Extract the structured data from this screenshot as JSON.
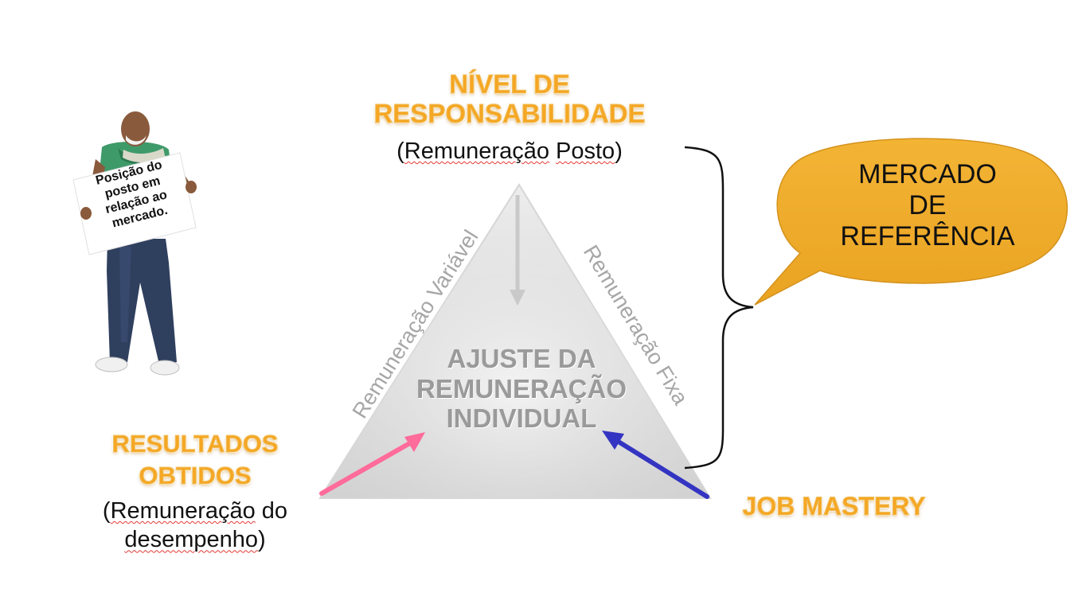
{
  "top_node": {
    "title_line1": "NÍVEL DE",
    "title_line2": "RESPONSABILIDADE",
    "subtitle_prefix": "(",
    "subtitle_word1": "Remuneração",
    "subtitle_word2": "Posto",
    "subtitle_suffix": ")"
  },
  "left_node": {
    "title_line1": "RESULTADOS",
    "title_line2": "OBTIDOS",
    "subtitle_prefix": "(",
    "subtitle_word1": "Remuneração",
    "subtitle_word2": " do",
    "subtitle_word3": "desempenho",
    "subtitle_suffix": ")"
  },
  "right_node": {
    "title": "JOB MASTERY"
  },
  "center": {
    "line1": "AJUSTE DA",
    "line2": "REMUNERAÇÃO",
    "line3": "INDIVIDUAL"
  },
  "triangle_sides": {
    "left_label": "Remuneração Variável",
    "right_label": "Remuneração Fixa"
  },
  "speech_bubble": {
    "line1": "MERCADO",
    "line2": "DE",
    "line3": "REFERÊNCIA",
    "color": "#f0ac2a"
  },
  "person_sign": {
    "line1": "Posição do",
    "line2": "posto em",
    "line3": "relação ao",
    "line4": "mercado."
  },
  "colors": {
    "title_orange": "#f5a623",
    "left_arrow": "#ff6b9a",
    "right_arrow": "#3a3ac8",
    "top_arrow": "#c8c8c8",
    "triangle_fill": "#e6e6e6"
  }
}
